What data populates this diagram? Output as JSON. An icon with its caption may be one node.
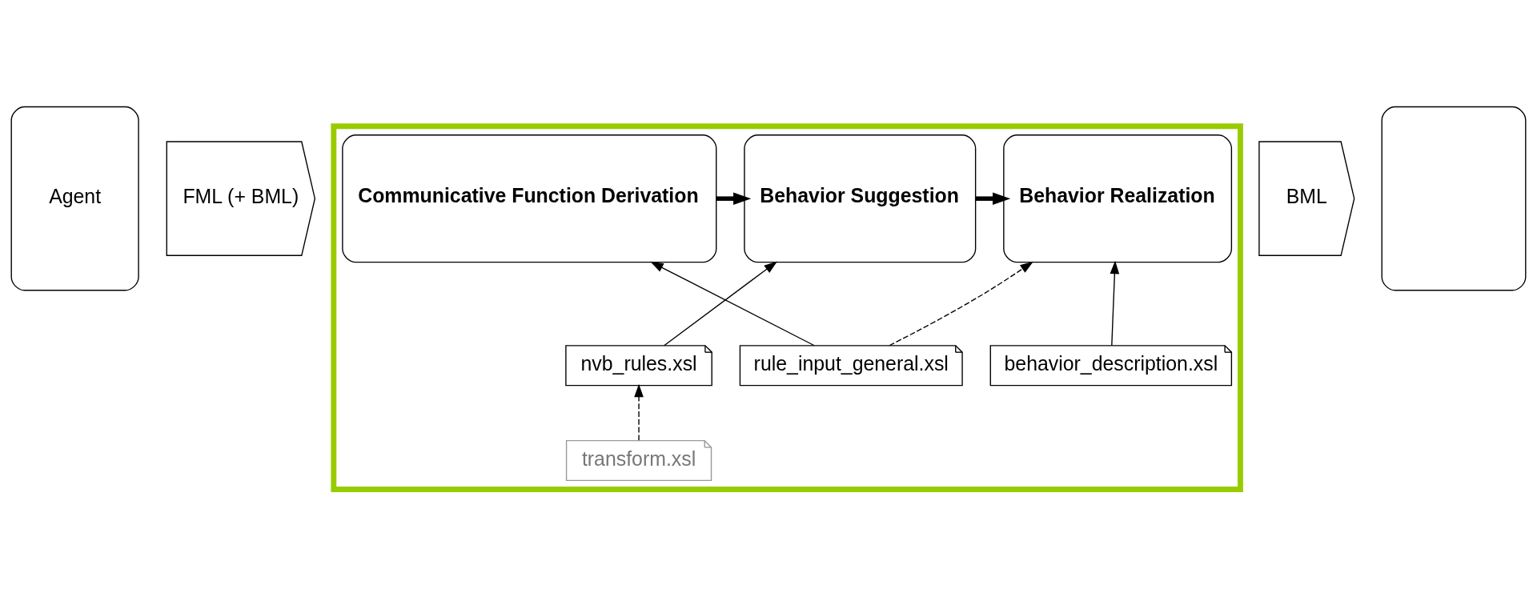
{
  "diagram": {
    "nodes": [
      {
        "text": [
          "Agent"
        ]
      },
      {
        "text": [
          "FML (+ BML)"
        ]
      },
      {
        "text": [],
        "shape": "box"
      },
      {
        "text": [
          "Communicative Function Derivation"
        ],
        "in": 2
      },
      {
        "text": [
          "Behavior Suggestion"
        ],
        "in": 2
      },
      {
        "text": [
          "Behavior Realization"
        ],
        "in": 2
      },
      {
        "text": [
          "BML"
        ]
      },
      {
        "text": [],
        "shape": "box"
      },
      {
        "text": [
          "rule_input_general.xsl"
        ],
        "in": 2
      },
      {
        "text": [
          "nvb_rules.xsl"
        ],
        "in": 2
      },
      {
        "text": [
          "behavior_description.xsl"
        ],
        "in": 2
      },
      {
        "text": [
          "transform.xsl"
        ],
        "in": 2
      }
    ],
    "edges": [
      {
        "from": 3,
        "to": 4,
        "arrow": "to",
        "style": "thick"
      },
      {
        "from": 4,
        "to": 5,
        "arrow": "to",
        "style": "thick"
      },
      {
        "from": 8,
        "to": 3,
        "arrow": "to"
      },
      {
        "from": 8,
        "to": 5,
        "arrow": "to",
        "style": "dashed"
      },
      {
        "from": 9,
        "to": 4,
        "arrow": "to"
      },
      {
        "from": 10,
        "to": 5,
        "arrow": "to"
      },
      {
        "from": 11,
        "to": 9,
        "arrow": "to",
        "style": "dashed"
      }
    ]
  }
}
